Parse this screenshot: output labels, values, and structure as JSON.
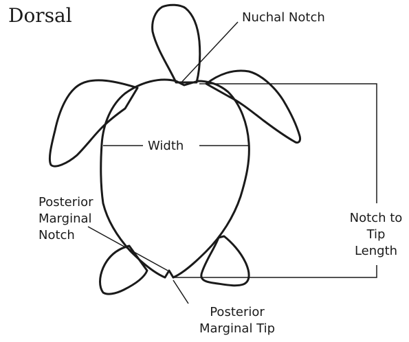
{
  "diagram": {
    "title": "Dorsal",
    "labels": {
      "nuchal_notch": "Nuchal Notch",
      "width": "Width",
      "posterior_marginal_notch": [
        "Posterior",
        "Marginal",
        "Notch"
      ],
      "notch_to_tip_length": [
        "Notch to",
        "Tip",
        "Length"
      ],
      "posterior_marginal_tip": [
        "Posterior",
        "Marginal Tip"
      ]
    },
    "colors": {
      "outline": "#1a1a1a",
      "background": "#ffffff"
    }
  }
}
